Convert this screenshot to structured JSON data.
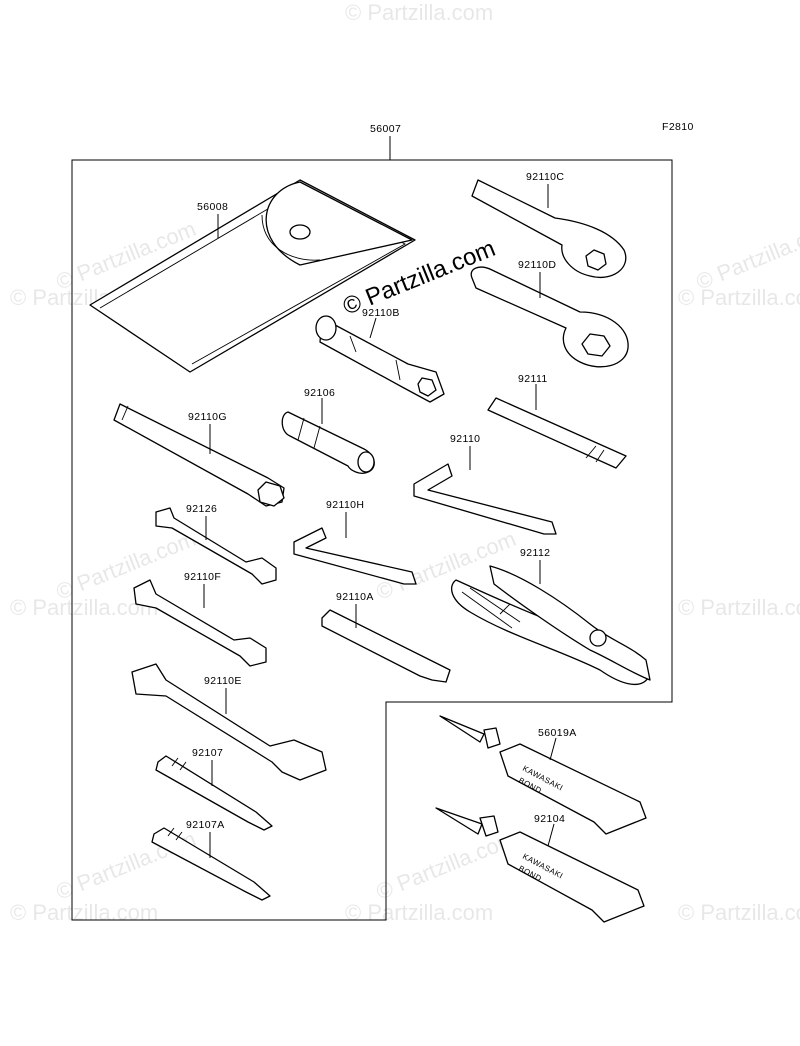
{
  "figure_code": "F2810",
  "watermark": "© Partzilla.com",
  "parts": {
    "p56007": "56007",
    "p56008": "56008",
    "p92110C": "92110C",
    "p92110D": "92110D",
    "p92110B": "92110B",
    "p92106": "92106",
    "p92111": "92111",
    "p92110G": "92110G",
    "p92110": "92110",
    "p92126": "92126",
    "p92110H": "92110H",
    "p92112": "92112",
    "p92110F": "92110F",
    "p92110A": "92110A",
    "p92110E": "92110E",
    "p56019A": "56019A",
    "p92107": "92107",
    "p92104": "92104",
    "p92107A": "92107A"
  },
  "tube_text": {
    "brand": "KAWASAKI",
    "product": "BOND"
  }
}
